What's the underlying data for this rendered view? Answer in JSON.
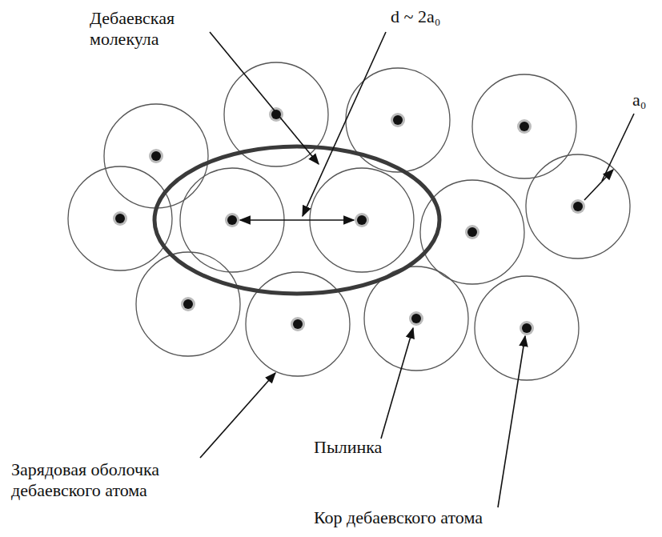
{
  "diagram": {
    "labels": [
      "Дебаевская молекула",
      "d ~ 2a₀",
      "a₀",
      "Зарядовая оболочка дебаевского атома",
      "Пылинка",
      "Кор дебаевского атома"
    ]
  }
}
